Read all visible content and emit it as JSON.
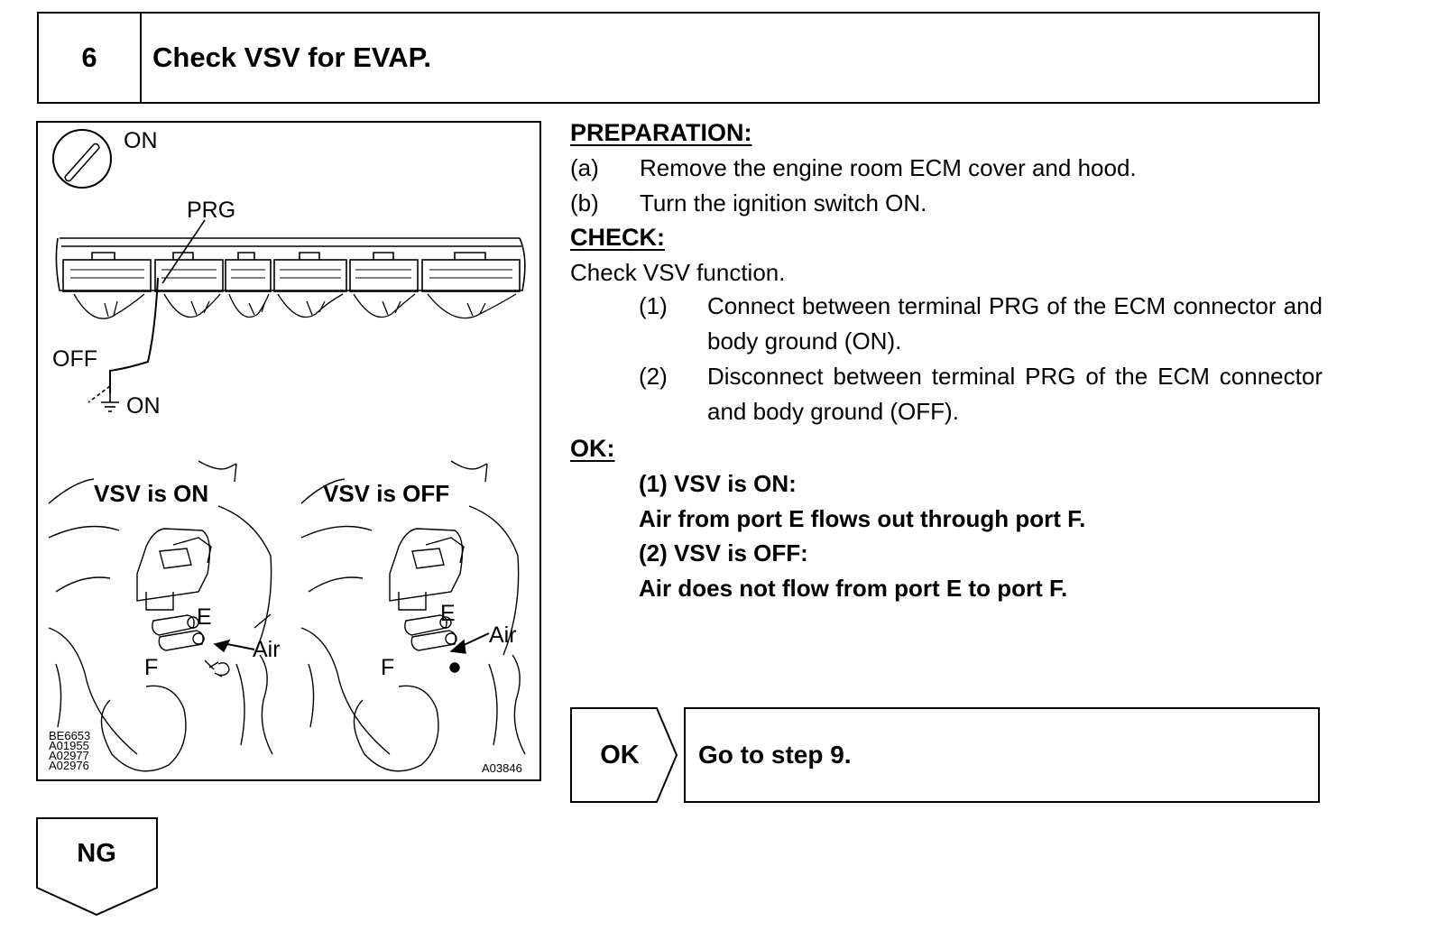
{
  "step": {
    "number": "6",
    "title": "Check VSV for EVAP."
  },
  "figure": {
    "ign_label": "ON",
    "prg_label": "PRG",
    "off_label": "OFF",
    "gnd_on_label": "ON",
    "vsv_on_title": "VSV is ON",
    "vsv_off_title": "VSV is OFF",
    "port_e": "E",
    "port_f": "F",
    "air": "Air",
    "codes_left": "BE6653\nA01955\nA02977\nA02976",
    "code_right": "A03846"
  },
  "preparation": {
    "heading": "PREPARATION:",
    "items": [
      {
        "mark": "(a)",
        "text": "Remove the engine room ECM cover and hood."
      },
      {
        "mark": "(b)",
        "text": "Turn the ignition switch ON."
      }
    ]
  },
  "check": {
    "heading": "CHECK:",
    "intro": "Check VSV function.",
    "items": [
      {
        "mark": "(1)",
        "text": "Connect between terminal PRG of the ECM connector and body ground (ON)."
      },
      {
        "mark": "(2)",
        "text": "Disconnect between terminal PRG of the ECM connector and body ground (OFF)."
      }
    ]
  },
  "ok": {
    "heading": "OK:",
    "lines": [
      "(1) VSV is ON:",
      "Air from port E flows out through port F.",
      "(2) VSV is OFF:",
      "Air does not flow from port E to port F."
    ]
  },
  "results": {
    "ok_label": "OK",
    "ok_action": "Go to step 9.",
    "ng_label": "NG"
  }
}
